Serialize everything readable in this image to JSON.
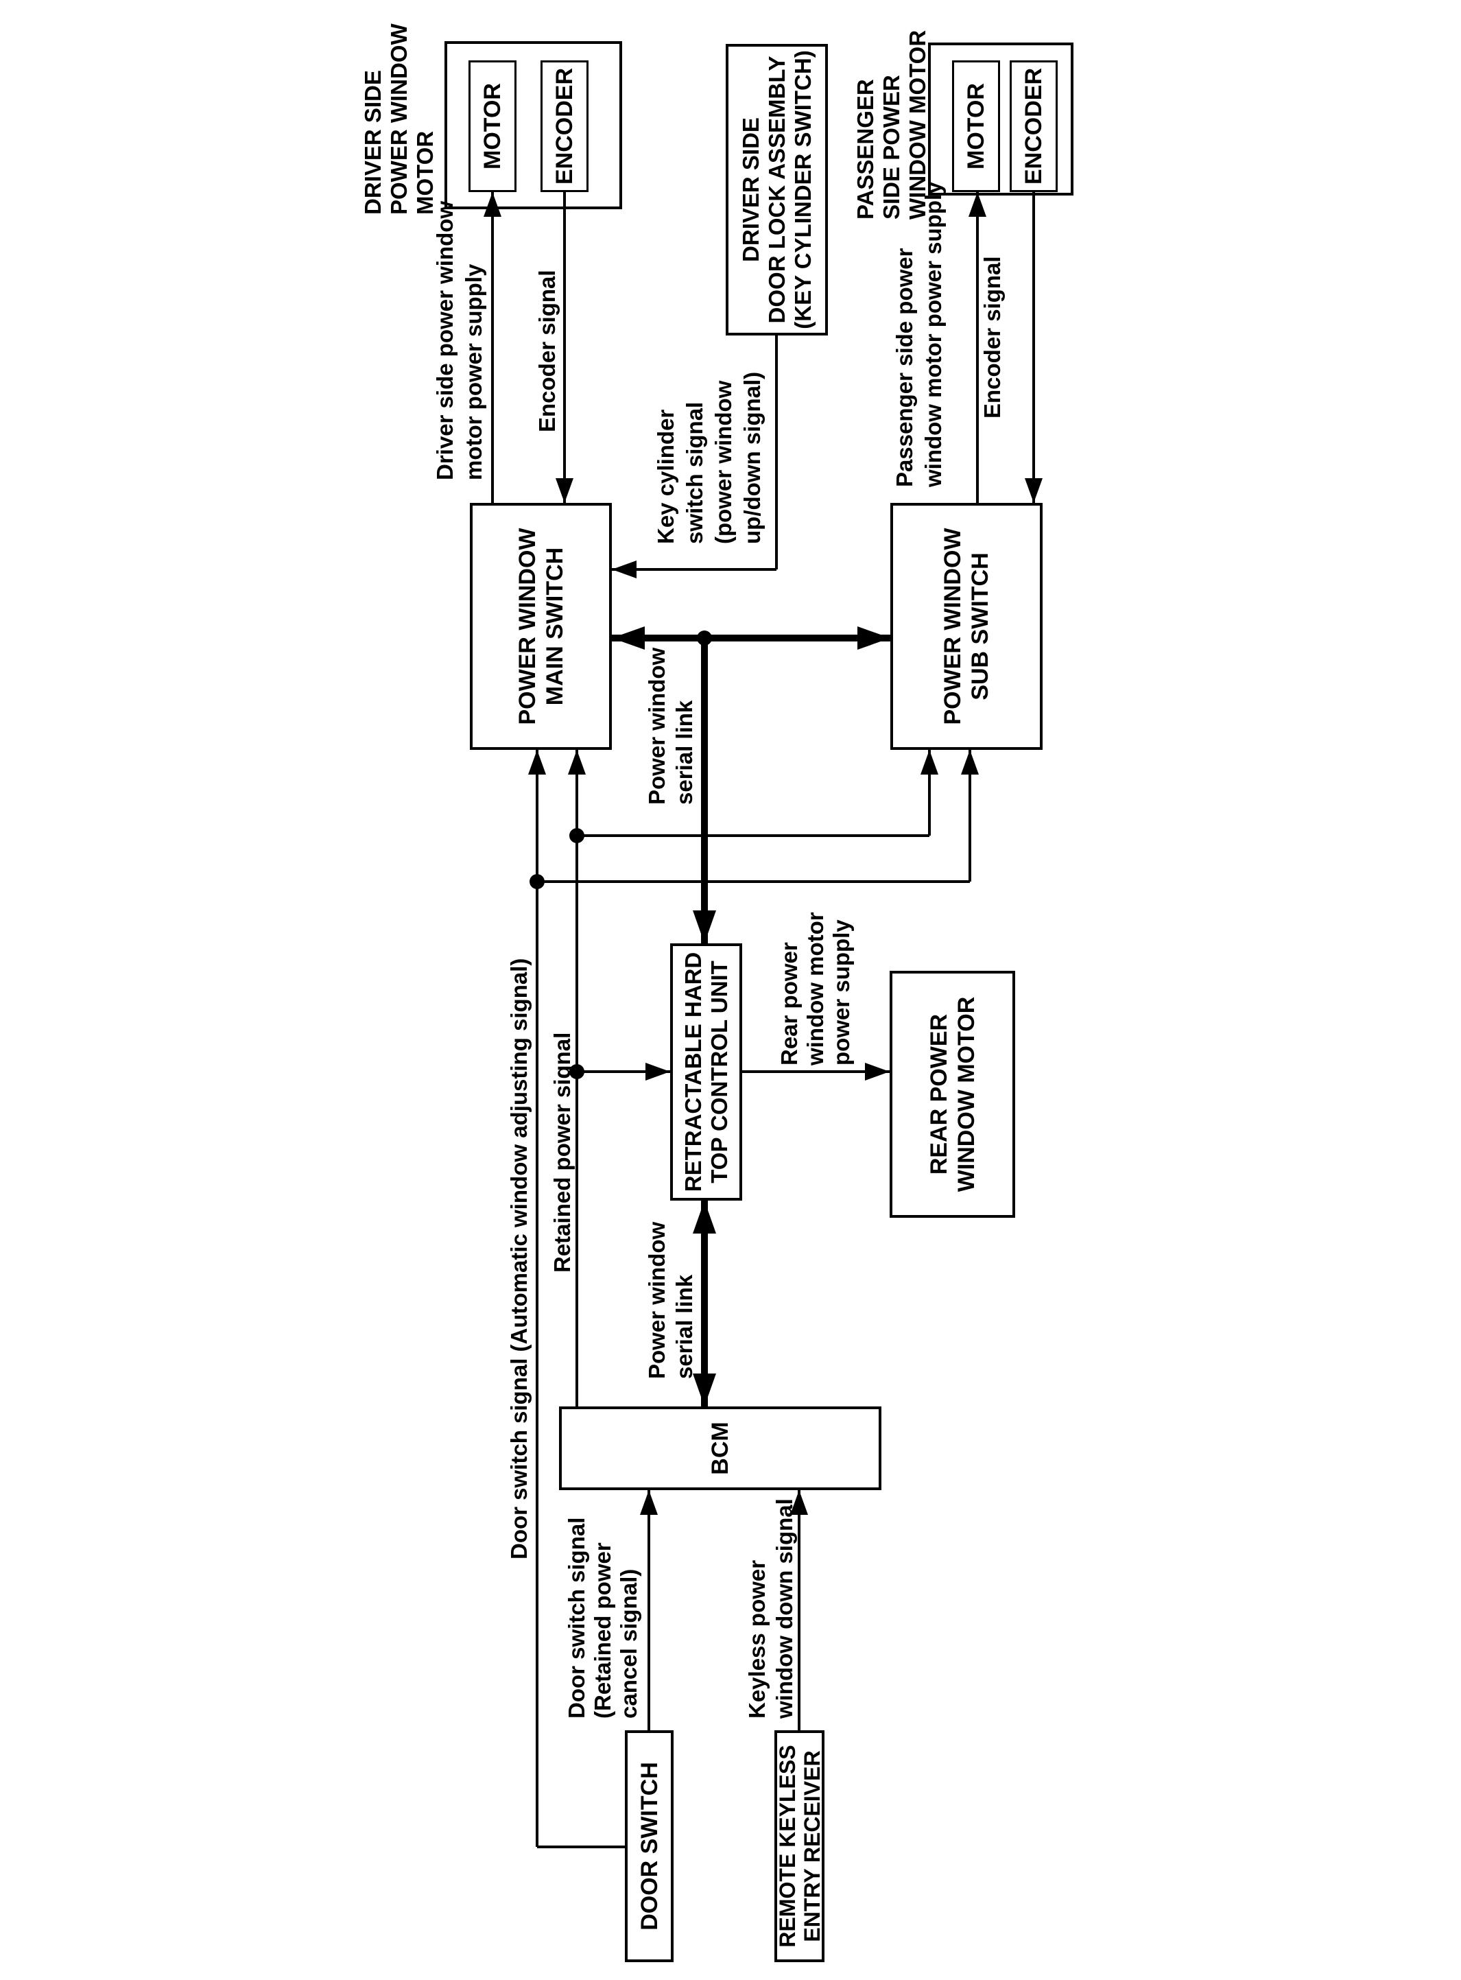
{
  "page": {
    "background": "#ffffff",
    "line_color": "#000000"
  },
  "blocks": {
    "driver_motor_unit": {
      "motor": "MOTOR",
      "encoder": "ENCODER"
    },
    "door_lock": {
      "lines": [
        "DRIVER SIDE",
        "DOOR LOCK ASSEMBLY",
        "(KEY CYLINDER SWITCH)"
      ]
    },
    "passenger_motor_unit": {
      "motor": "MOTOR",
      "encoder": "ENCODER"
    },
    "main_switch": {
      "lines": [
        "POWER WINDOW",
        "MAIN SWITCH"
      ]
    },
    "sub_switch": {
      "lines": [
        "POWER WINDOW",
        "SUB SWITCH"
      ]
    },
    "retractable_hard_top": {
      "lines": [
        "RETRACTABLE HARD",
        "TOP CONTROL UNIT"
      ]
    },
    "rear_motor": {
      "lines": [
        "REAR POWER",
        "WINDOW MOTOR"
      ]
    },
    "bcm": {
      "label": "BCM"
    },
    "door_switch": {
      "label": "DOOR SWITCH"
    },
    "remote_keyless": {
      "lines": [
        "REMOTE KEYLESS",
        "ENTRY RECEIVER"
      ]
    }
  },
  "labels": {
    "driver_title": [
      "DRIVER SIDE",
      "POWER WINDOW",
      "MOTOR"
    ],
    "driver_supply": [
      "Driver side power window",
      "motor power supply"
    ],
    "driver_encoder_signal": "Encoder signal",
    "key_cylinder": [
      "Key cylinder",
      "switch signal",
      "(power window",
      "up/down signal)"
    ],
    "passenger_title": [
      "PASSENGER",
      "SIDE POWER",
      "WINDOW MOTOR"
    ],
    "passenger_supply": [
      "Passenger side power",
      "window motor power supply"
    ],
    "passenger_encoder_signal": "Encoder signal",
    "serial_link_upper": [
      "Power window",
      "serial link"
    ],
    "serial_link_lower": [
      "Power window",
      "serial link"
    ],
    "retained_power": "Retained power signal",
    "door_switch_auto": "Door switch signal (Automatic window adjusting signal)",
    "rear_supply": [
      "Rear power",
      "window motor",
      "power supply"
    ],
    "door_switch_retained": [
      "Door switch signal",
      "(Retained power",
      "cancel signal)"
    ],
    "keyless_down": [
      "Keyless power",
      "window down signal"
    ]
  }
}
